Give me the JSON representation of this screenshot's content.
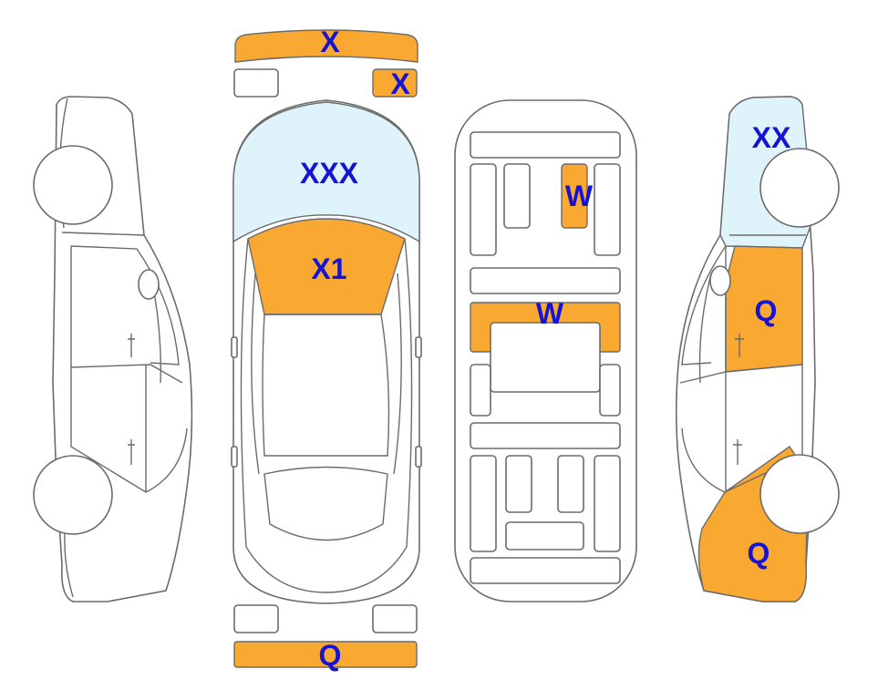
{
  "colors": {
    "damage_orange": "#F9A832",
    "glass_blue": "#DFF4FA",
    "label_blue": "#1414D2",
    "outline_gray": "#6B6B6B"
  },
  "views": [
    "left-side",
    "top",
    "underbody",
    "right-side"
  ],
  "codes": {
    "front_bumper": "X",
    "front_right_light": "X",
    "windshield": "XXX",
    "hood": "X1",
    "underbody_front": "W",
    "underbody_middle": "W",
    "right_front_glass": "XX",
    "right_front_fender": "Q",
    "right_rear_quarter": "Q",
    "rear_bumper": "Q"
  }
}
